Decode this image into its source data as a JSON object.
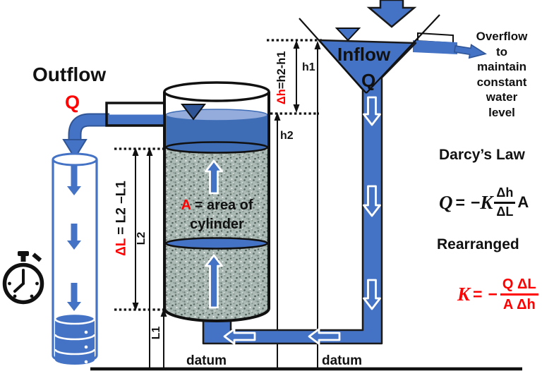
{
  "outflow": {
    "title": "Outflow",
    "q": "Q"
  },
  "inflow": {
    "title": "Inflow",
    "q": "Q"
  },
  "overflow": {
    "lines": [
      "Overflow",
      "to",
      "maintain",
      "constant",
      "water",
      "level"
    ]
  },
  "cylinder": {
    "area_symbol": "A",
    "area_eq": "= area of",
    "area_line2": "cylinder"
  },
  "dims": {
    "h1": "h1",
    "h2": "h2",
    "dh": "Δh",
    "dh_rest": "=h2-h1",
    "dl": "ΔL",
    "dl_rest": "= L2 –L1",
    "l1": "L1",
    "l2": "L2"
  },
  "datum": {
    "left": "datum",
    "right": "datum"
  },
  "darcy": {
    "title": "Darcy’s Law",
    "rearranged": "Rearranged",
    "eq1": {
      "q": "Q",
      "equals": "=",
      "minus": "−",
      "k": "K",
      "num": "Δh",
      "den": "ΔL",
      "area": "A"
    },
    "eq2": {
      "k": "K",
      "equals": "=",
      "minus": "−",
      "num": "Q ΔL",
      "den": "A Δh"
    }
  },
  "icons": {
    "stopwatch": "stopwatch-icon",
    "inflow_arrow": "inflow-arrow-icon",
    "overflow_arrow": "overflow-arrow-icon",
    "water_level_marker": "water-level-marker-icon",
    "pipe_flow_arrows": "flow-arrow-icon",
    "collected_water": "collected-water-discs"
  },
  "colors": {
    "blue": "#4472C4",
    "dark_blue": "#2F5597",
    "water_blue": "#3E6CB5",
    "light_water": "#93ACDC",
    "red": "#FF0000",
    "ink": "#111111"
  }
}
